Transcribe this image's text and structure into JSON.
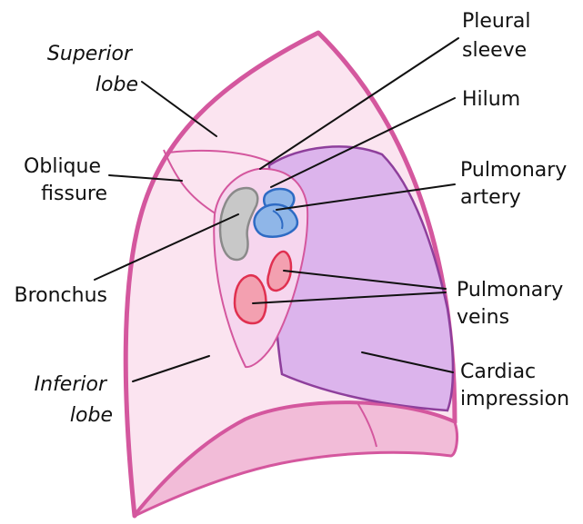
{
  "labels": {
    "superior_lobe": [
      "Superior",
      "lobe"
    ],
    "oblique_fissure": [
      "Oblique",
      "fissure"
    ],
    "bronchus": [
      "Bronchus"
    ],
    "inferior_lobe": [
      "Inferior",
      "lobe"
    ],
    "pleural_sleeve": [
      "Pleural",
      "sleeve"
    ],
    "hilum": [
      "Hilum"
    ],
    "pulmonary_artery": [
      "Pulmonary",
      "artery"
    ],
    "pulmonary_veins": [
      "Pulmonary",
      "veins"
    ],
    "cardiac_impression": [
      "Cardiac",
      "impression"
    ]
  },
  "colors": {
    "lung_outline": "#d4579e",
    "lung_fill": "#fbe4f0",
    "base_fill": "#f2bcd8",
    "cardiac_fill": "#dcb4ec",
    "cardiac_outline": "#8e3f9c",
    "hilum_fill": "#f6d6ee",
    "bronchus_fill": "#c8c8c8",
    "bronchus_outline": "#8a8a8a",
    "artery_fill": "#8fb6e8",
    "artery_outline": "#2e6bc4",
    "vein_fill": "#f3a0b0",
    "vein_outline": "#e03050",
    "leader_line": "#111111"
  }
}
